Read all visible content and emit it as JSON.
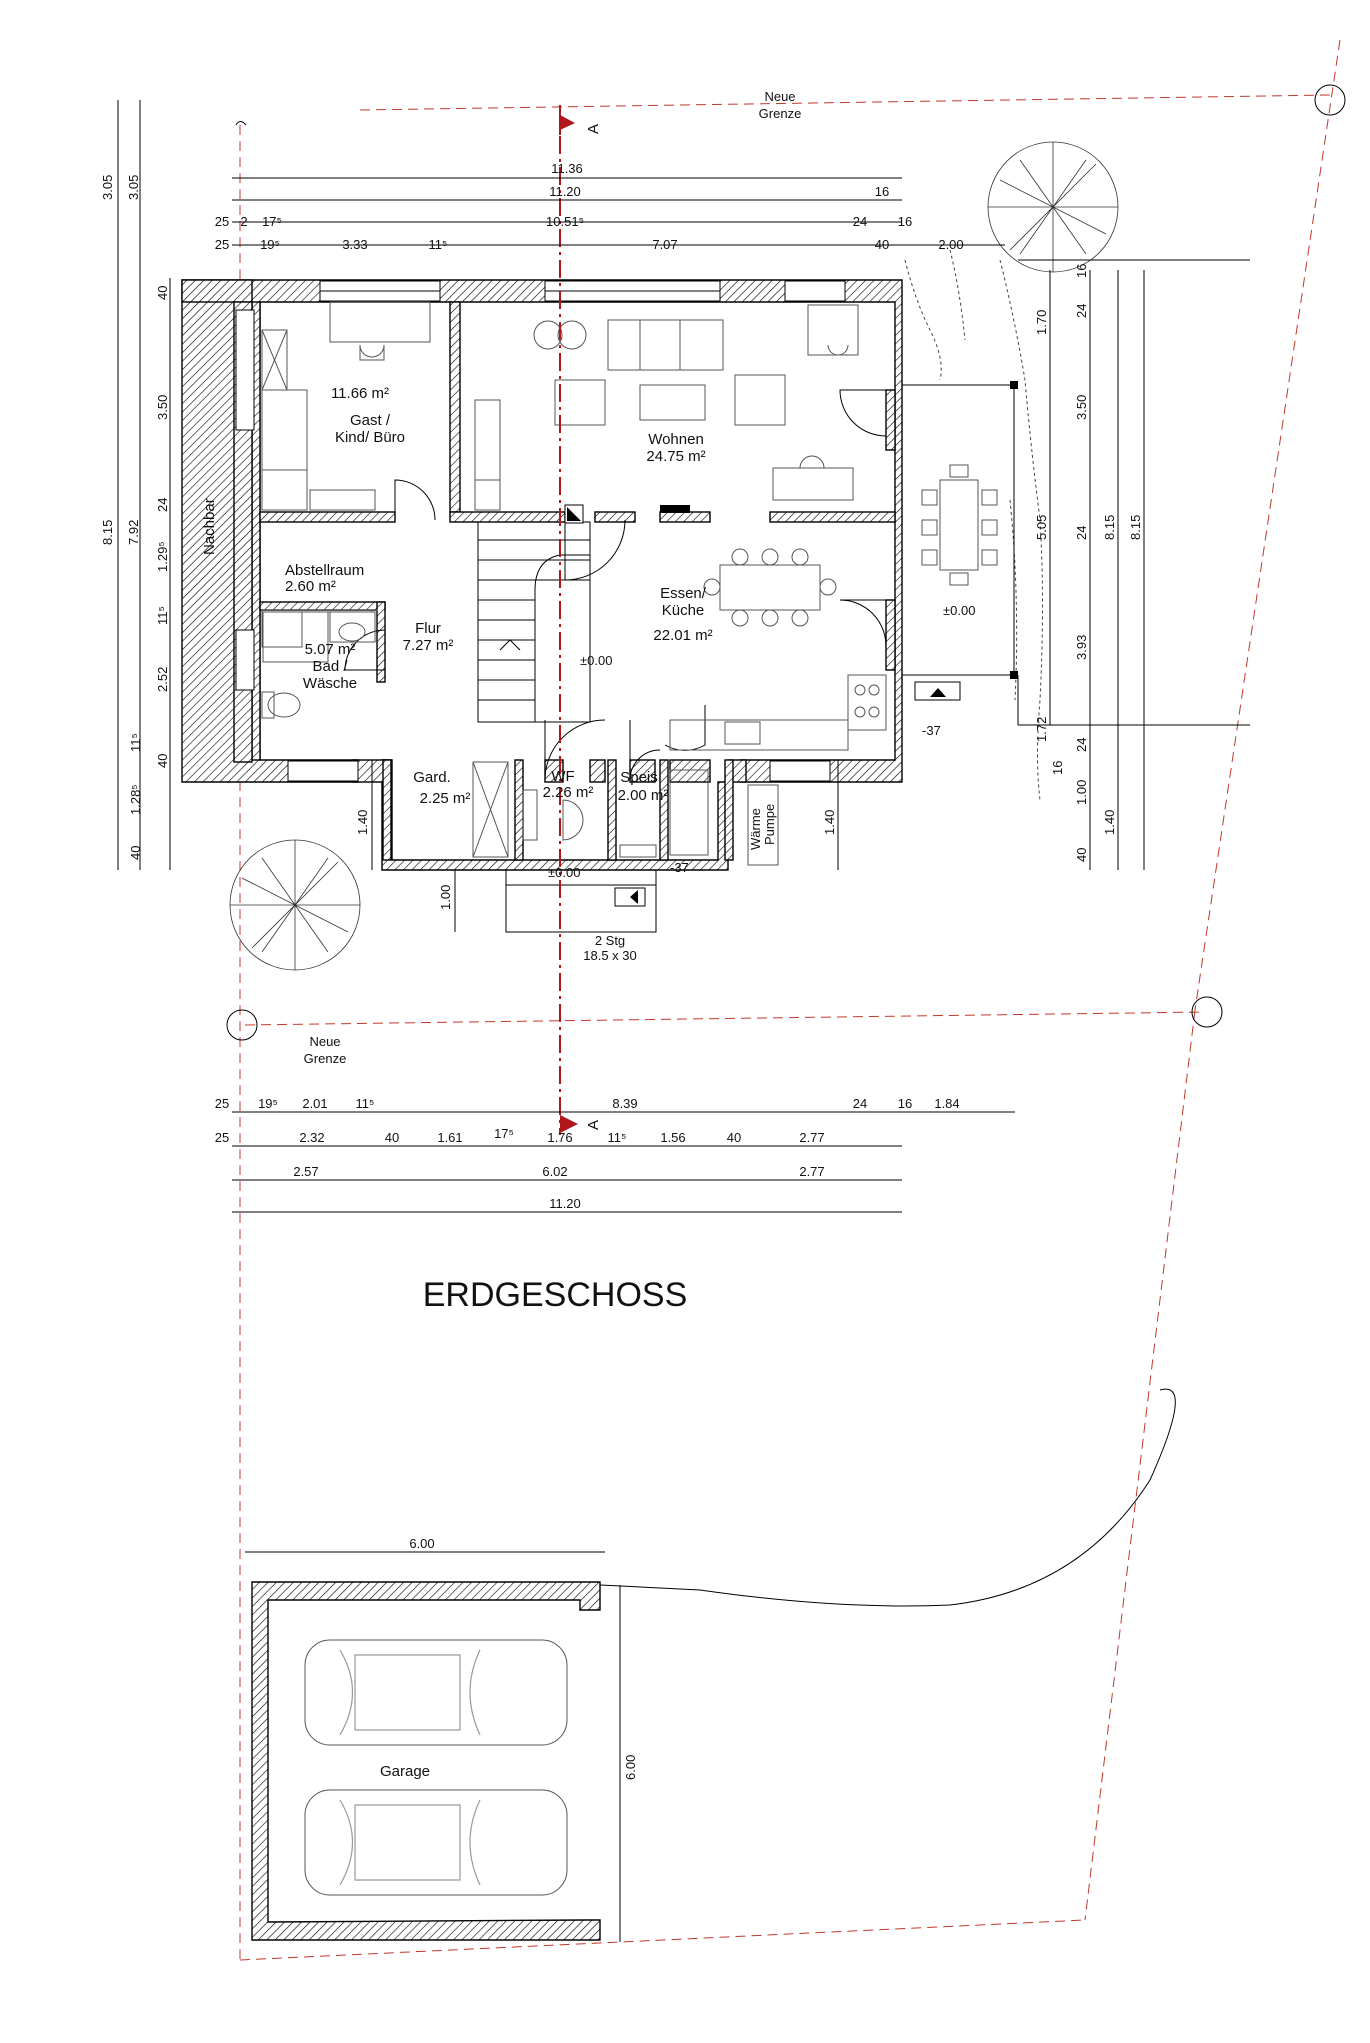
{
  "title": "ERDGESCHOSS",
  "boundary": {
    "label_top": [
      "Neue",
      "Grenze"
    ],
    "label_bottom": [
      "Neue",
      "Grenze"
    ]
  },
  "section_marker": {
    "label_top": "A",
    "label_bottom": "A"
  },
  "neighbor_label": "Nachbar",
  "rooms": {
    "gast": {
      "area": "11.66 m²",
      "name_1": "Gast /",
      "name_2": "Kind/ Büro"
    },
    "wohnen": {
      "name": "Wohnen",
      "area": "24.75 m²"
    },
    "abstellraum": {
      "name": "Abstellraum",
      "area": "2.60 m²"
    },
    "bad": {
      "area": "5.07 m²",
      "name_1": "Bad /",
      "name_2": "Wäsche"
    },
    "flur": {
      "name": "Flur",
      "area": "7.27 m²"
    },
    "essen": {
      "name_1": "Essen/",
      "name_2": "Küche",
      "area": "22.01 m²"
    },
    "gard": {
      "name": "Gard.",
      "area": "2.25 m²"
    },
    "wf": {
      "name": "WF",
      "area": "2.26 m²"
    },
    "speis": {
      "name": "Speis",
      "area": "2.00 m²"
    },
    "waermepumpe": {
      "name_1": "Wärme",
      "name_2": "Pumpe"
    },
    "garage": {
      "name": "Garage"
    }
  },
  "levels": {
    "flur": "±0.00",
    "terrace": "±0.00",
    "entry": "±0.00",
    "ext_right": "-37",
    "ext_entry": "-37"
  },
  "stairs_entry": {
    "line1": "2 Stg",
    "line2": "18.5 x 30"
  },
  "dims_top": {
    "row1": [
      "11.36"
    ],
    "row2": [
      "11.20",
      "16"
    ],
    "row3": [
      "25",
      "2",
      "17⁵",
      "10.51⁵",
      "24",
      "16"
    ],
    "row4": [
      "25",
      "19⁵",
      "3.33",
      "11⁵",
      "7.07",
      "40",
      "2.00"
    ]
  },
  "dims_bottom": {
    "row1": [
      "25",
      "19⁵",
      "2.01",
      "11⁵",
      "8.39",
      "24",
      "16",
      "1.84"
    ],
    "row2": [
      "25",
      "2.32",
      "40",
      "1.61",
      "17⁵",
      "1.76",
      "11⁵",
      "1.56",
      "40",
      "2.77"
    ],
    "row3": [
      "2.57",
      "6.02",
      "2.77"
    ],
    "row4": [
      "11.20"
    ]
  },
  "dims_left": {
    "outer": [
      "3.05",
      "8.15"
    ],
    "inner": [
      "3.05",
      "7.92"
    ],
    "segments": [
      "40",
      "3.50",
      "24",
      "1.29⁵",
      "11⁵",
      "2.52",
      "11⁵",
      "40",
      "1.28⁵",
      "40"
    ],
    "porch": [
      "1.40",
      "1.00"
    ]
  },
  "dims_right": {
    "terrace": [
      "16",
      "1.70",
      "5.05",
      "1.72"
    ],
    "a": [
      "24",
      "3.50",
      "24",
      "3.93",
      "24",
      "16",
      "1.00",
      "40"
    ],
    "b": [
      "8.15",
      "1.40"
    ],
    "c": [
      "8.15"
    ],
    "porch": [
      "1.40"
    ]
  },
  "dims_garage": {
    "width": "6.00",
    "depth": "6.00"
  }
}
